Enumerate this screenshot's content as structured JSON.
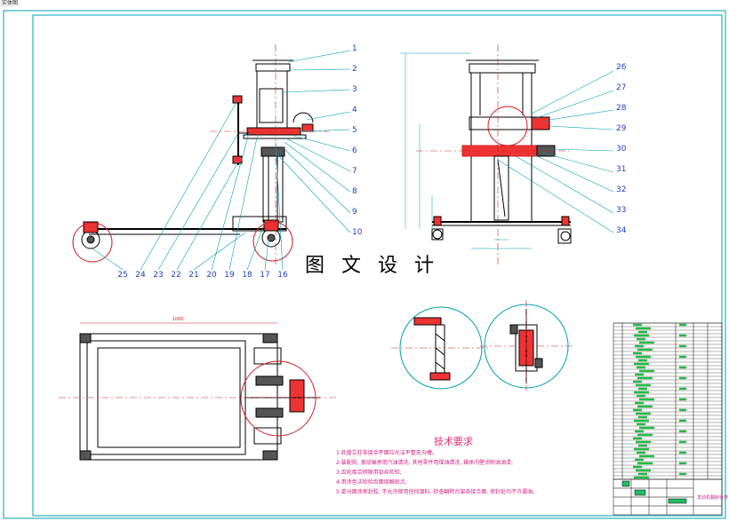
{
  "window": {
    "title": "实体图"
  },
  "overlay": {
    "title": "图 文 设 计"
  },
  "callouts": {
    "front": [
      "1",
      "2",
      "3",
      "4",
      "5",
      "6",
      "7",
      "8",
      "9",
      "10"
    ],
    "bottom": [
      "25",
      "24",
      "23",
      "22",
      "21",
      "20",
      "19",
      "18",
      "17",
      "16"
    ],
    "side": [
      "26",
      "27",
      "28",
      "29",
      "30",
      "31",
      "32",
      "33",
      "34"
    ]
  },
  "dimensions": {
    "plan_width": "1000"
  },
  "notes": {
    "title": "技术要求",
    "items": [
      "1.底盘立柱各接合平面应光洁平整无沟槽。",
      "2.装配前, 滚动轴承用汽油清洗, 其他零件用煤油清洗, 箱体内壁涂耐油油漆;",
      "3.齿轮啮合侧隙用铅丝检验;",
      "4.用涂色法检验齿面接触斑点;",
      "5.部分面涂密封胶, 不允许使用任何填料, 检查翻转台架各接合面, 密封处均不许漏油。"
    ]
  },
  "title_block": {
    "name": "发动机翻转台架"
  },
  "colors": {
    "frame": "#00a0b0",
    "part": "#000000",
    "detail": "#d02020",
    "callout": "#2040c0",
    "bom_fill": "#22bb44"
  }
}
